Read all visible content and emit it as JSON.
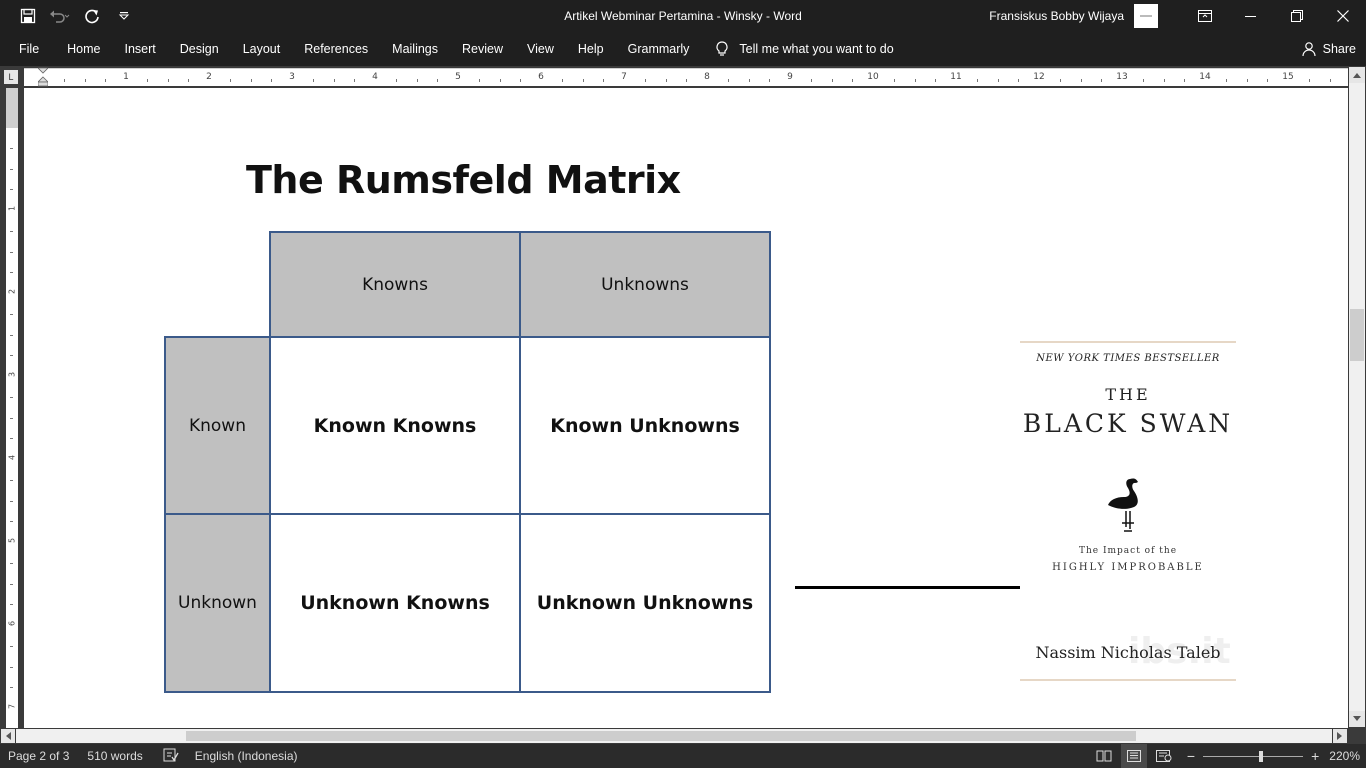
{
  "titlebar": {
    "title": "Artikel Webminar Pertamina - Winsky  -  Word",
    "user": "Fransiskus Bobby Wijaya"
  },
  "ribbon": {
    "tabs": [
      "File",
      "Home",
      "Insert",
      "Design",
      "Layout",
      "References",
      "Mailings",
      "Review",
      "View",
      "Help",
      "Grammarly"
    ],
    "tell_me": "Tell me what you want to do",
    "share": "Share"
  },
  "ruler": {
    "tab_selector": "L",
    "marks": [
      "1",
      "2",
      "3",
      "4",
      "5",
      "6",
      "7",
      "8",
      "9",
      "10",
      "11",
      "12",
      "13",
      "14",
      "15"
    ],
    "vmarks": [
      "1",
      "2",
      "3",
      "4",
      "5",
      "6",
      "7"
    ]
  },
  "document": {
    "title": "The Rumsfeld Matrix",
    "col_headers": [
      "Knowns",
      "Unknowns"
    ],
    "row_headers": [
      "Known",
      "Unknown"
    ],
    "cells": [
      [
        "Known Knowns",
        "Known Unknowns"
      ],
      [
        "Unknown Knowns",
        "Unknown Unknowns"
      ]
    ],
    "book": {
      "bestseller": "NEW YORK TIMES BESTSELLER",
      "the": "THE",
      "title": "BLACK SWAN",
      "subtitle1": "The Impact of the",
      "subtitle2": "HIGHLY IMPROBABLE",
      "author": "Nassim Nicholas Taleb",
      "watermark": "ibs.it"
    }
  },
  "statusbar": {
    "page": "Page 2 of 3",
    "words": "510 words",
    "language": "English (Indonesia)",
    "zoom": "220%",
    "zoom_level": 0.58
  },
  "colors": {
    "chrome": "#1f1f1f",
    "table_border": "#3b5a8a",
    "header_fill": "#c0c0c0"
  }
}
